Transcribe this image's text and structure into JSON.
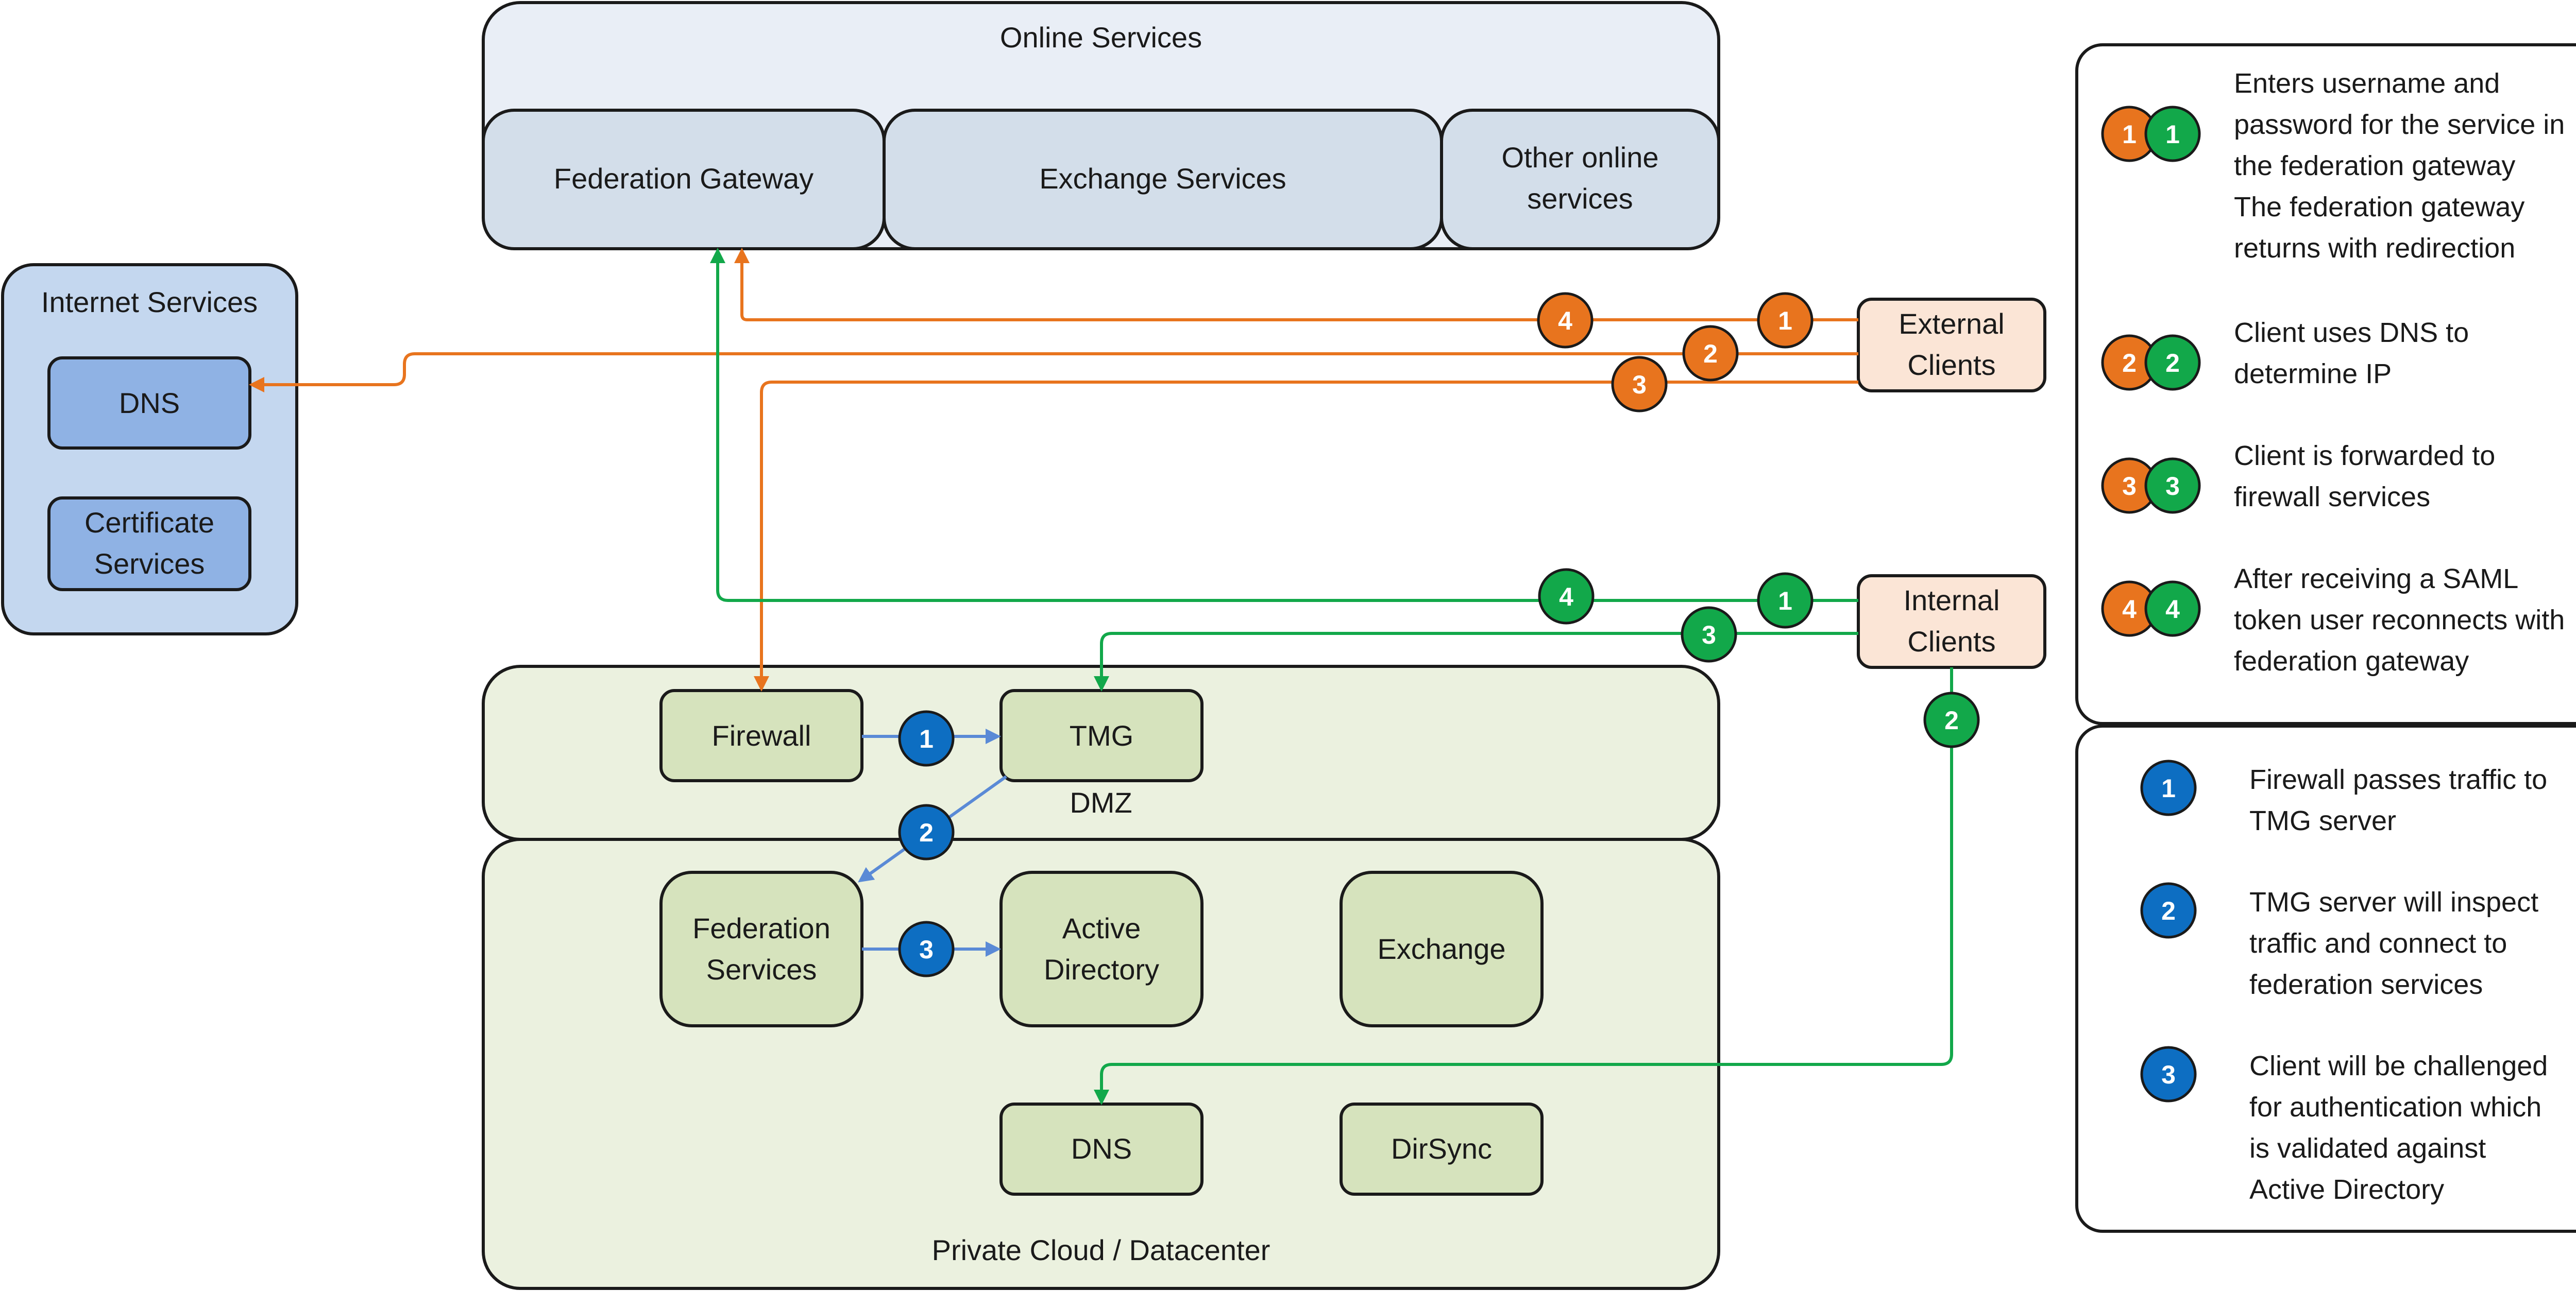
{
  "colors": {
    "orange": "#e8741e",
    "green": "#12a84a",
    "blue": "#0d6ec2",
    "blue_arrow": "#5a8ad6",
    "online_bg": "#e9eef6",
    "online_item": "#d3deea",
    "internet_bg": "#c4d7ef",
    "internet_item": "#8fb2e4",
    "private_bg": "#ebf1df",
    "private_item": "#d6e3bd",
    "client_bg": "#fbe5d6"
  },
  "online": {
    "title": "Online Services",
    "federation_gateway": "Federation Gateway",
    "exchange_services": "Exchange Services",
    "other_1": "Other online",
    "other_2": "services"
  },
  "internet": {
    "title": "Internet Services",
    "dns": "DNS",
    "cert_1": "Certificate",
    "cert_2": "Services"
  },
  "clients": {
    "external_1": "External",
    "external_2": "Clients",
    "internal_1": "Internal",
    "internal_2": "Clients"
  },
  "dmz": {
    "label": "DMZ",
    "firewall": "Firewall",
    "tmg": "TMG"
  },
  "private": {
    "label": "Private Cloud / Datacenter",
    "fed_1": "Federation",
    "fed_2": "Services",
    "ad_1": "Active",
    "ad_2": "Directory",
    "exchange": "Exchange",
    "dns": "DNS",
    "dirsync": "DirSync"
  },
  "badges": {
    "one": "1",
    "two": "2",
    "three": "3",
    "four": "4"
  },
  "legend_client": [
    {
      "num": "1",
      "lines": [
        "Enters username and",
        "password for the service in",
        "the federation gateway",
        "The federation gateway",
        "returns with redirection"
      ]
    },
    {
      "num": "2",
      "lines": [
        "Client uses DNS to",
        "determine IP"
      ]
    },
    {
      "num": "3",
      "lines": [
        "Client is forwarded to",
        "firewall services"
      ]
    },
    {
      "num": "4",
      "lines": [
        "After receiving a SAML",
        "token user reconnects with",
        "federation gateway"
      ]
    }
  ],
  "legend_server": [
    {
      "num": "1",
      "lines": [
        "Firewall passes traffic to",
        "TMG server"
      ]
    },
    {
      "num": "2",
      "lines": [
        "TMG server will inspect",
        "traffic and connect to",
        "federation services"
      ]
    },
    {
      "num": "3",
      "lines": [
        "Client will be challenged",
        "for authentication which",
        "is validated against",
        "Active Directory"
      ]
    }
  ]
}
